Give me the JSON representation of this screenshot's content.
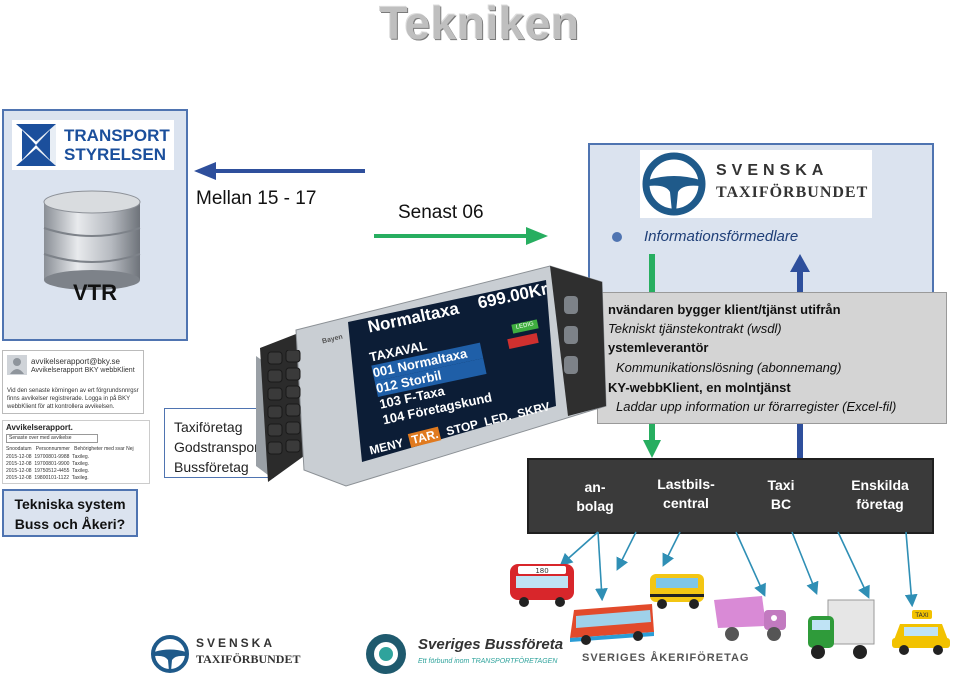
{
  "title": "Tekniken",
  "transport": {
    "logo_line1": "TRANSPORT",
    "logo_line2": "STYRELSEN",
    "db_label": "VTR"
  },
  "arrows": {
    "left_label": "Mellan 15 - 17",
    "right_label": "Senast 06",
    "left_color": "#2e4f9c",
    "right_color": "#27ae60"
  },
  "email": {
    "from": "avvikelserapport@bky.se",
    "subject": "Avvikelserapport BKY webbKlient",
    "body": "Vid den senaste körningen av ert förgrundsnnrgsr finns avvikelser registrerade. Logga in på BKY webbKlient för att kontrollera avvikelsen."
  },
  "report": {
    "title": "Avvikelserapport.",
    "filter": "Senaste over med avvikelse",
    "columns": [
      "Snoodatum",
      "Personnummer",
      "Behörigheter med svar Nej"
    ],
    "rows": [
      [
        "2015-12-08",
        "19700801-9988",
        "Taxileg."
      ],
      [
        "2015-12-08",
        "19700801-9900",
        "Taxileg."
      ],
      [
        "2015-12-08",
        "19750512-4455",
        "Taxileg."
      ],
      [
        "2015-12-08",
        "19800101-1122",
        "Taxileg."
      ]
    ]
  },
  "tek_system": {
    "line1": "Tekniska system",
    "line2": "Buss och Åkeri?"
  },
  "companies": [
    "Taxiföretag",
    "Godstransport",
    "Bussföretag"
  ],
  "stf": {
    "logo_line1": "SVENSKA",
    "logo_line2": "TAXIFÖRBUNDET",
    "role": "Informationsförmedlare"
  },
  "info_lines": [
    {
      "text": "nvändaren bygger klient/tjänst utifrån",
      "bold": true
    },
    {
      "text": "Tekniskt tjänstekontrakt (wsdl)",
      "bold": false
    },
    {
      "text": "ystemleverantör",
      "bold": true
    },
    {
      "text": "Kommunikationslösning (abonnemang)",
      "bold": false
    },
    {
      "text": "KY-webbKlient, en molntjänst",
      "bold": true
    },
    {
      "text": "Laddar upp information ur förarregister (Excel-fil)",
      "bold": false
    }
  ],
  "taximeter": {
    "header": "Normaltaxa",
    "amount": "699.00Kr",
    "status_top": "LEDIG",
    "menu": [
      "TAXAVAL",
      "001 Normaltaxa",
      "012 Storbil",
      "103 F-Taxa",
      "104 Företagskund"
    ],
    "buttons": [
      "MENY",
      "TAR.",
      "STOP",
      "LED.",
      "SKRV"
    ],
    "brand": "Bayen"
  },
  "centrals": [
    {
      "line1": "an-",
      "line2": "bolag"
    },
    {
      "line1": "Lastbils-",
      "line2": "central"
    },
    {
      "line1": "Taxi",
      "line2": "BC"
    },
    {
      "line1": "Enskilda",
      "line2": "företag"
    }
  ],
  "bus_sign": "180",
  "taxi_sign": "TAXI",
  "footer_logos": [
    {
      "line1": "SVENSKA",
      "line2": "TAXIFÖRBUNDET"
    },
    {
      "line1": "Sveriges Bussföreta",
      "line2": "Ett förbund inom TRANSPORTFÖRETAGEN"
    },
    {
      "line1": "SVERIGES ÅKERIFÖRETAG",
      "line2": ""
    }
  ],
  "colors": {
    "blue_border": "#4f74b1",
    "box_fill": "#dbe3ef",
    "dark_box": "#3a3a3a",
    "green_arrow": "#27ae60",
    "blue_arrow": "#2e4f9c"
  }
}
